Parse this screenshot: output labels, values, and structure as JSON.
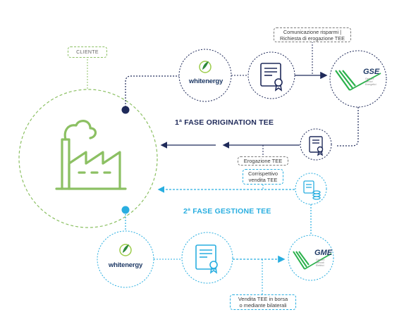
{
  "colors": {
    "navy": "#1f2a5a",
    "blue": "#29aee0",
    "green": "#8cc063",
    "gray": "#7a7a7a"
  },
  "client": {
    "label": "CLIENTE"
  },
  "phase1": {
    "title": "1ª FASE ORIGINATION TEE"
  },
  "phase2": {
    "title": "2ª FASE GESTIONE TEE"
  },
  "whitenergy": {
    "brand": "whitenergy"
  },
  "gse": {
    "logo": "GSE",
    "tagline": [
      "Gestore",
      "Servizi",
      "Energetici"
    ]
  },
  "gme": {
    "logo": "GME",
    "tagline": [
      "Gestore",
      "Mercati",
      "Elettrici"
    ]
  },
  "labels": {
    "comunicazione_line1": "Comunicazione risparmi |",
    "comunicazione_line2": "Richiesta di erogazione TEE",
    "erogazione": "Erogazione TEE",
    "corrispettivo_line1": "Corrispettivo",
    "corrispettivo_line2": "vendita TEE",
    "vendita_line1": "Vendita TEE in borsa",
    "vendita_line2": "o mediante bilaterali"
  },
  "icons": {
    "factory": "factory-icon",
    "certificate": "certificate-icon",
    "document": "document-icon",
    "coins": "coins-icon"
  }
}
